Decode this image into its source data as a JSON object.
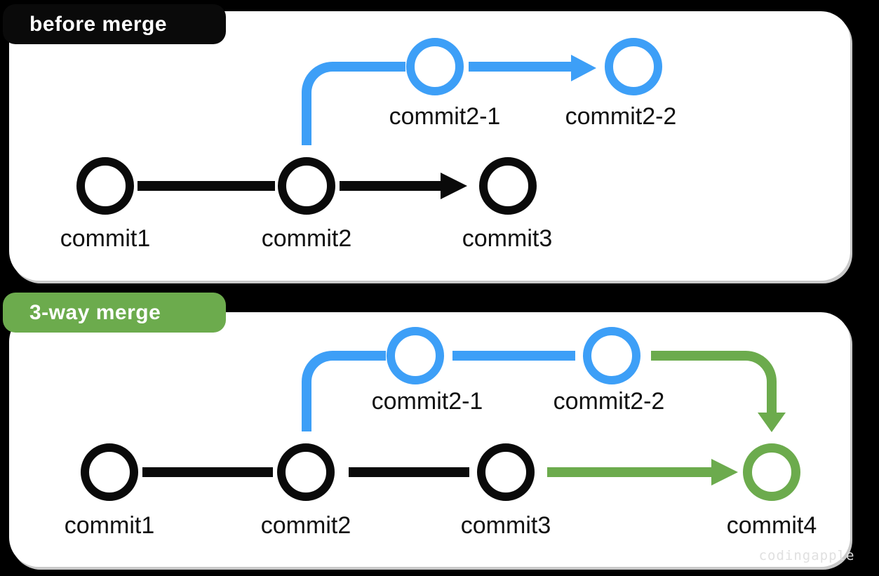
{
  "colors": {
    "background": "#000000",
    "panel": "#ffffff",
    "panel_shadow": "#c9c9c9",
    "main_branch": "#0a0a0a",
    "feature_branch": "#3d9ff7",
    "merge_branch": "#6cab4d",
    "badge_text": "#ffffff",
    "label_text": "#111111",
    "watermark": "#e0e0e0"
  },
  "panels": [
    {
      "title_badge": {
        "label": "before merge"
      },
      "main_branch_commits": [
        {
          "label": "commit1"
        },
        {
          "label": "commit2"
        },
        {
          "label": "commit3"
        }
      ],
      "feature_branch_commits": [
        {
          "label": "commit2-1"
        },
        {
          "label": "commit2-2"
        }
      ]
    },
    {
      "title_badge": {
        "label": "3-way merge"
      },
      "main_branch_commits": [
        {
          "label": "commit1"
        },
        {
          "label": "commit2"
        },
        {
          "label": "commit3"
        }
      ],
      "feature_branch_commits": [
        {
          "label": "commit2-1"
        },
        {
          "label": "commit2-2"
        }
      ],
      "merge_commit": {
        "label": "commit4"
      }
    }
  ],
  "watermark": "codingapple"
}
